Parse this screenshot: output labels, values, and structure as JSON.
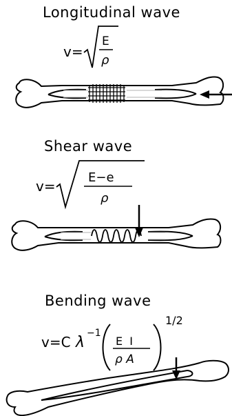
{
  "panels": {
    "longitudinal": {
      "title": "Longitudinal wave",
      "formula": {
        "lhs": "v=",
        "numerator": "E",
        "denominator": "ρ"
      }
    },
    "shear": {
      "title": "Shear wave",
      "formula": {
        "lhs": "v=",
        "numerator": "E−e",
        "denominator": "ρ"
      }
    },
    "bending": {
      "title": "Bending wave",
      "formula": {
        "lhs": "v=C",
        "lambda": "λ",
        "lambda_exp": "−1",
        "numerator": "E  I",
        "denominator": "ρ A",
        "outer_exp": "1/2"
      }
    }
  },
  "colors": {
    "ink": "#000000",
    "background": "#ffffff"
  }
}
